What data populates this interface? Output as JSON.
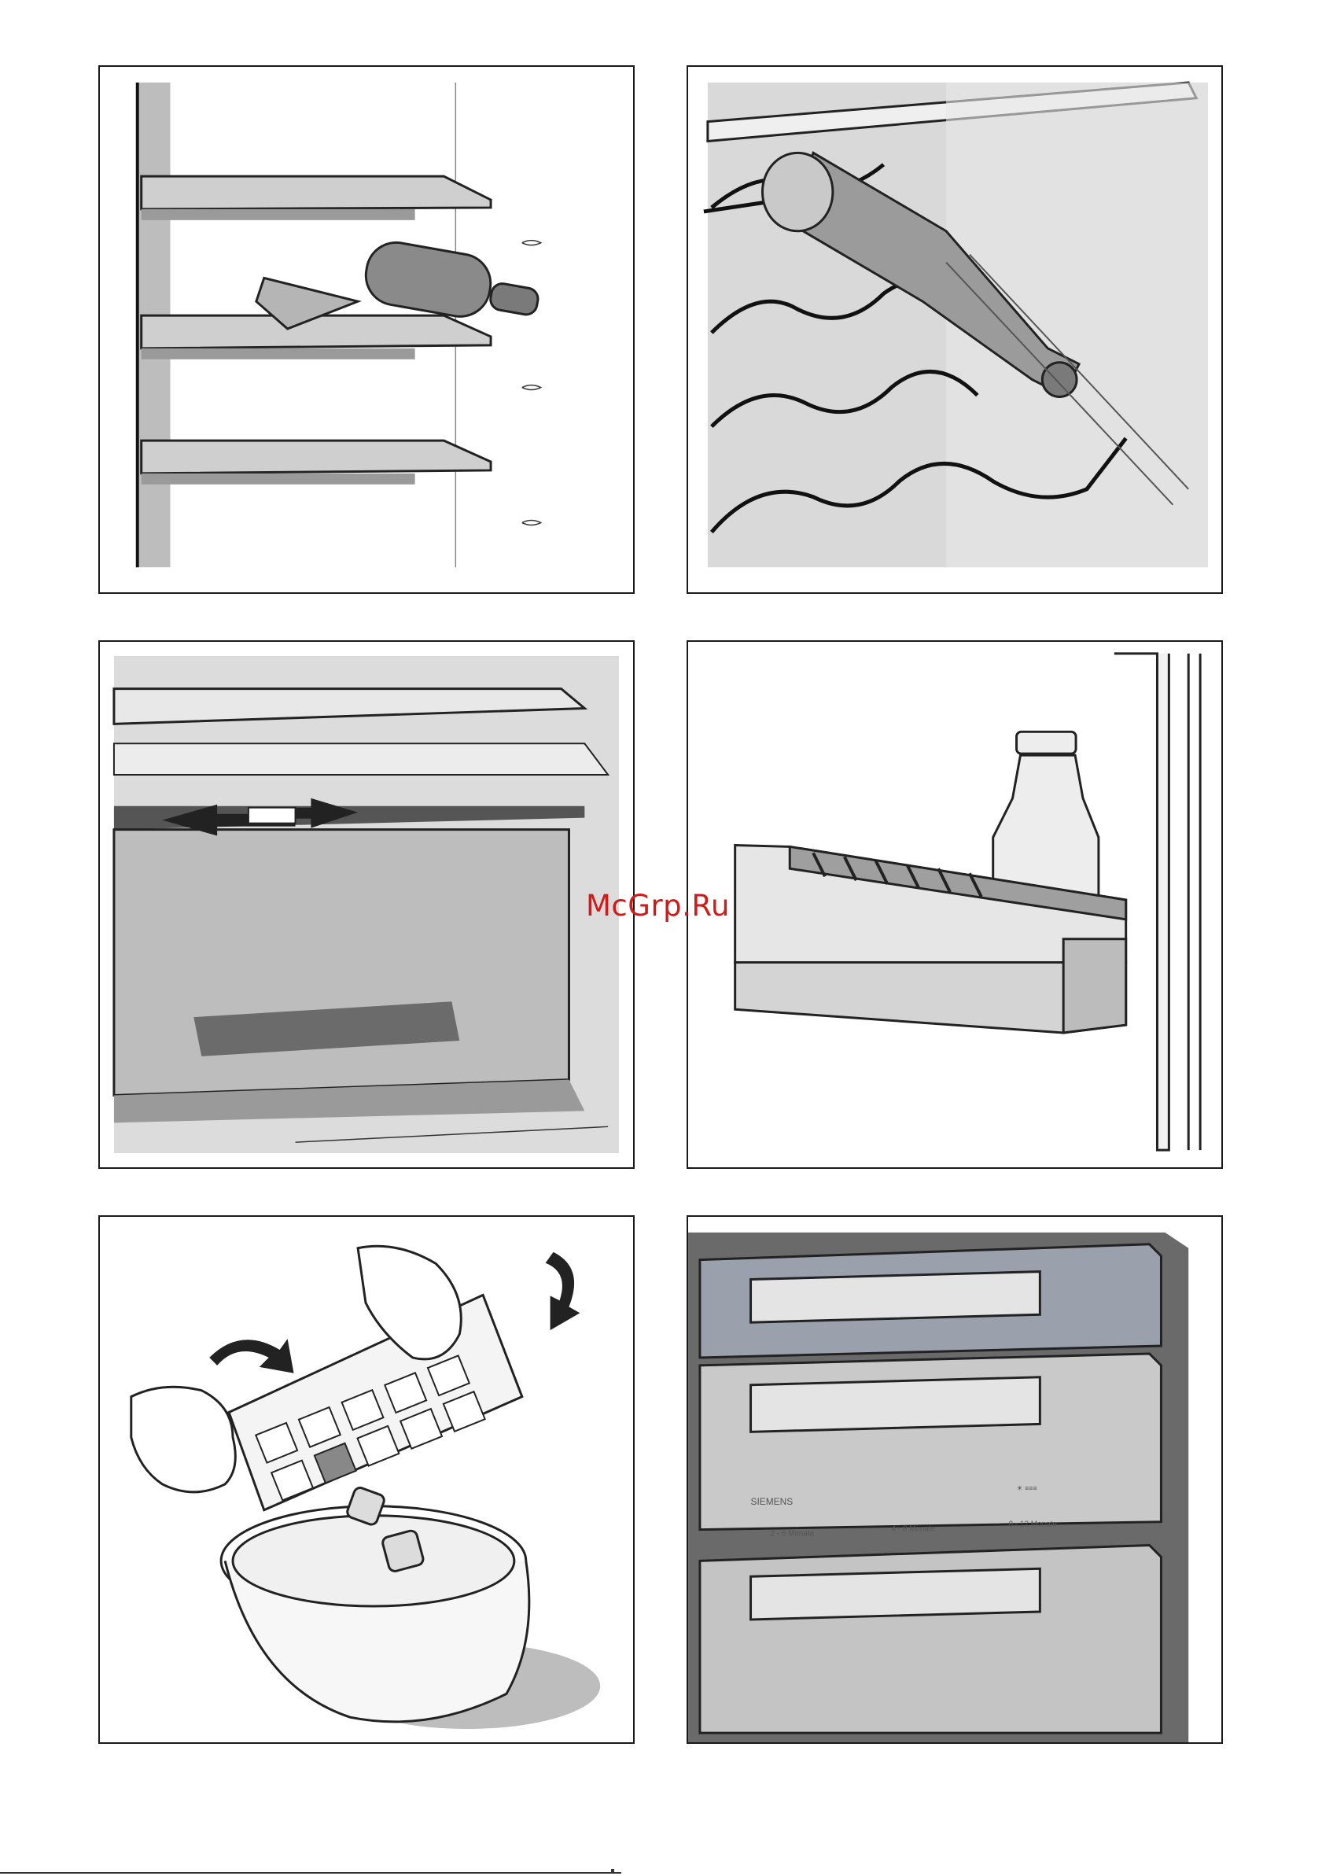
{
  "watermark": "McGrp.Ru",
  "freezer_labels": {
    "brand": "SIEMENS",
    "badge": "☀ ≡≡≡",
    "zone1": "2 - 6 Monate",
    "zone2": "4 - 8 Monate",
    "zone3": "8 - 12 Monate"
  },
  "colors": {
    "panel_border": "#1a1a1a",
    "interior_grey": "#d8d8d8",
    "dark_grey": "#6e6e6e",
    "watermark_red": "#d11a1a"
  },
  "icons": [
    "shelf-illustration",
    "wine-rack-illustration",
    "drawer-arrows-illustration",
    "door-bottle-shelf-illustration",
    "ice-tray-illustration",
    "freezer-drawers-illustration"
  ]
}
